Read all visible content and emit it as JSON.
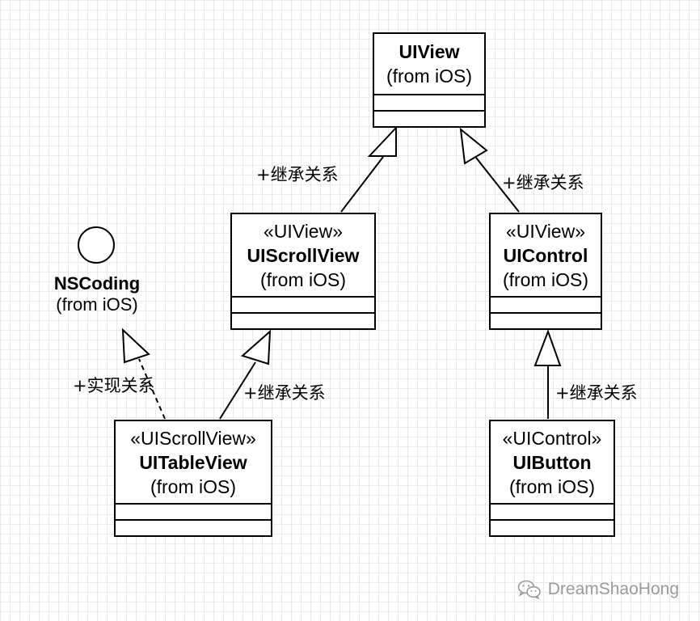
{
  "classes": {
    "uiview": {
      "stereotype": "",
      "name": "UIView",
      "package": "(from iOS)"
    },
    "uiscrollview": {
      "stereotype": "«UIView»",
      "name": "UIScrollView",
      "package": "(from iOS)"
    },
    "uicontrol": {
      "stereotype": "«UIView»",
      "name": "UIControl",
      "package": "(from iOS)"
    },
    "uitableview": {
      "stereotype": "«UIScrollView»",
      "name": "UITableView",
      "package": "(from iOS)"
    },
    "uibutton": {
      "stereotype": "«UIControl»",
      "name": "UIButton",
      "package": "(from iOS)"
    }
  },
  "interface": {
    "name": "NSCoding",
    "package": "(from iOS)"
  },
  "relations": {
    "scroll_to_view": "+继承关系",
    "control_to_view": "+继承关系",
    "table_to_scroll": "+继承关系",
    "button_to_control": "+继承关系",
    "table_to_nscoding": "+实现关系"
  },
  "watermark": {
    "text": "DreamShaoHong",
    "icon": "wechat-icon"
  },
  "colors": {
    "line": "#000000",
    "grid": "#e9e9e9",
    "watermark": "#9a9a9a"
  }
}
